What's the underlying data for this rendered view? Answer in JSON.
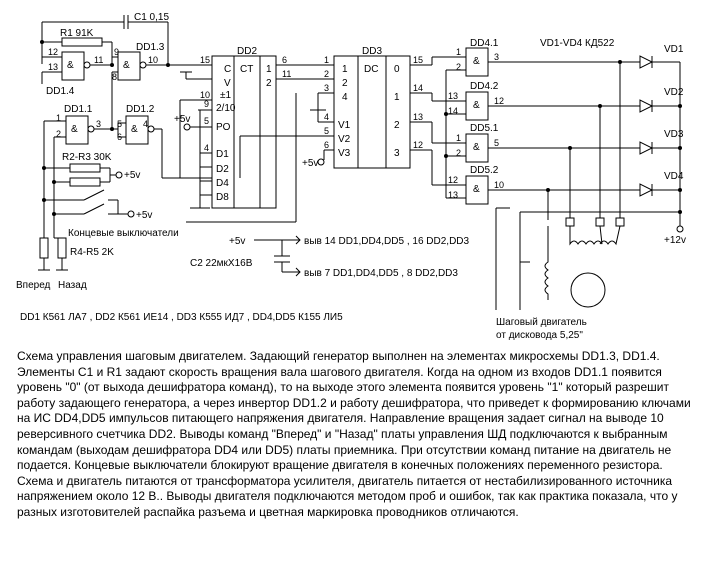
{
  "labels": {
    "c1": "C1 0,15",
    "r1": "R1 91K",
    "dd13": "DD1.3",
    "dd14": "DD1.4",
    "dd11": "DD1.1",
    "dd12": "DD1.2",
    "dd2": "DD2",
    "dd3": "DD3",
    "ct": "CT",
    "dc": "DC",
    "dd41": "DD4.1",
    "dd42": "DD4.2",
    "dd51": "DD5.1",
    "dd52": "DD5.2",
    "vd_title": "VD1-VD4 КД522",
    "vd1": "VD1",
    "vd2": "VD2",
    "vd3": "VD3",
    "vd4": "VD4",
    "r23": "R2-R3 30K",
    "r45": "R4-R5 2K",
    "plus5_a": "+5v",
    "plus5_b": "+5v",
    "plus5_c": "+5v",
    "plus5_d": "+5v",
    "plus5_e": "+5v",
    "plus12": "+12v",
    "limit_switches": "Концевые выключатели",
    "forward": "Вперед",
    "back": "Назад",
    "c2": "C2 22мкХ16В",
    "pwr_plus": "выв 14 DD1,DD4,DD5 , 16 DD2,DD3",
    "pwr_gnd": "выв 7 DD1,DD4,DD5 , 8 DD2,DD3",
    "motor_l1": "Шаговый двигатель",
    "motor_l2": "от дисковода 5,25\"",
    "parts": "DD1 К561 ЛА7 ,  DD2 К561 ИЕ14 , DD3 К555 ИД7 ,  DD4,DD5 К155 ЛИ5",
    "amp": "&",
    "dd2_pins": {
      "c": "C",
      "v": "V",
      "pm": "±1",
      "x": "2/10",
      "po": "PO",
      "d1": "D1",
      "d2": "D2",
      "d4": "D4",
      "d8": "D8",
      "o1": "1",
      "o2": "2"
    },
    "dd3_pins": {
      "i1": "1",
      "i2": "2",
      "i4": "4",
      "v1": "V1",
      "v2": "V2",
      "v3": "V3",
      "o0": "0",
      "o1": "1",
      "o2": "2",
      "o3": "3"
    },
    "pin_numbers": {
      "n1": "1",
      "n2": "2",
      "n3": "3",
      "n4": "4",
      "n5": "5",
      "n6": "6",
      "n8": "8",
      "n9": "9",
      "n10": "10",
      "n11": "11",
      "n12": "12",
      "n13": "13",
      "n14": "14",
      "n15": "15"
    }
  },
  "caption": "Схема управления шаговым двигателем. Задающий генератор выполнен на элементах микросхемы DD1.3, DD1.4. Элементы C1 и R1 задают скорость вращения вала шагового двигателя. Когда на одном из входов DD1.1 появится уровень \"0\" (от выхода дешифратора команд), то на выходе этого элемента появится уровень \"1\" который разрешит работу задающего генератора, а через инвертор DD1.2 и работу дешифратора, что приведет к формированию ключами на ИС DD4,DD5 импульсов питающего напряжения двигателя. Направление вращения задает сигнал на выводе 10 реверсивного счетчика DD2. Выводы команд \"Вперед\" и \"Назад\" платы управления ШД подключаются к выбранным командам (выходам дешифратора DD4 или DD5) платы приемника. При отсутствии команд питание на двигатель не подается. Концевые выключатели блокируют вращение двигателя в конечных положениях переменного резистора. Схема и двигатель питаются от трансформатора усилителя, двигатель питается от нестабилизированного источника напряжением около 12 В.. Выводы двигателя подключаются методом проб и ошибок, так как практика показала, что у разных изготовителей распайка разъема и цветная маркировка проводников отличаются."
}
